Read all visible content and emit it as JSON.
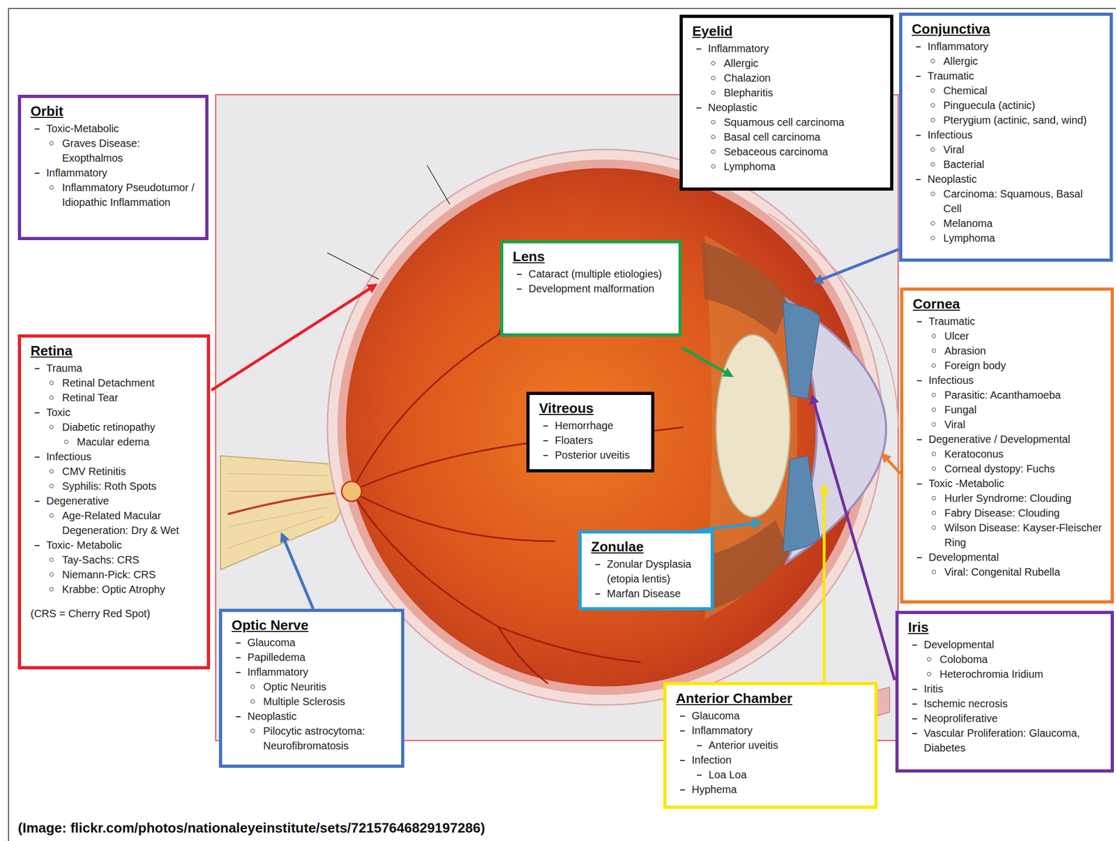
{
  "diagram": {
    "caption": "(Image: flickr.com/photos/nationaleyeinstitute/sets/72157646829197286)",
    "nodes": [
      {
        "text": [
          "Orbit",
          "Toxic-Metabolic",
          "Graves Disease: Exopthalmos",
          "Inflammatory",
          "Inflammatory Pseudotumor / Idiopathic Inflammation"
        ]
      },
      {
        "text": [
          "Eyelid",
          "Inflammatory",
          "Allergic",
          "Chalazion",
          "Blepharitis",
          "Neoplastic",
          "Squamous cell carcinoma",
          "Basal cell carcinoma",
          "Sebaceous carcinoma",
          "Lymphoma"
        ]
      },
      {
        "text": [
          "Conjunctiva",
          "Inflammatory",
          "Allergic",
          "Traumatic",
          "Chemical",
          "Pinguecula (actinic)",
          "Pterygium (actinic, sand, wind)",
          "Infectious",
          "Viral",
          "Bacterial",
          "Neoplastic",
          "Carcinoma: Squamous, Basal Cell",
          "Melanoma",
          "Lymphoma"
        ]
      },
      {
        "text": [
          "Lens",
          "Cataract (multiple etiologies)",
          "Development malformation"
        ]
      },
      {
        "text": [
          "Retina",
          "Trauma",
          "Retinal Detachment",
          "Retinal Tear",
          "Toxic",
          "Diabetic retinopathy",
          "Macular edema",
          "Infectious",
          "CMV Retinitis",
          "Syphilis: Roth Spots",
          "Degenerative",
          "Age-Related Macular Degeneration: Dry & Wet",
          "Toxic- Metabolic",
          "Tay-Sachs: CRS",
          "Niemann-Pick: CRS",
          "Krabbe: Optic Atrophy",
          "(CRS = Cherry Red Spot)"
        ]
      },
      {
        "text": [
          "Vitreous",
          "Hemorrhage",
          "Floaters",
          "Posterior uveitis"
        ]
      },
      {
        "text": [
          "Cornea",
          "Traumatic",
          "Ulcer",
          "Abrasion",
          "Foreign body",
          "Infectious",
          "Parasitic: Acanthamoeba",
          "Fungal",
          "Viral",
          "Degenerative / Developmental",
          "Keratoconus",
          "Corneal dystopy: Fuchs",
          "Toxic -Metabolic",
          "Hurler Syndrome: Clouding",
          "Fabry Disease: Clouding",
          "Wilson Disease: Kayser-Fleischer Ring",
          "Developmental",
          "Viral: Congenital Rubella"
        ]
      },
      {
        "text": [
          "Zonulae",
          "Zonular Dysplasia (etopia lentis)",
          "Marfan Disease"
        ]
      },
      {
        "text": [
          "Optic Nerve",
          "Glaucoma",
          "Papilledema",
          "Inflammatory",
          "Optic Neuritis",
          "Multiple Sclerosis",
          "Neoplastic",
          "Pilocytic astrocytoma: Neurofibromatosis"
        ]
      },
      {
        "text": [
          "Iris",
          "Developmental",
          "Coloboma",
          "Heterochromia Iridium",
          "Iritis",
          "Ischemic necrosis",
          "Neoproliferative",
          "Vascular Proliferation: Glaucoma, Diabetes"
        ]
      },
      {
        "text": [
          "Anterior Chamber",
          "Glaucoma",
          "Inflammatory",
          "Anterior uveitis",
          "Infection",
          "Loa Loa",
          "Hyphema"
        ]
      }
    ]
  }
}
